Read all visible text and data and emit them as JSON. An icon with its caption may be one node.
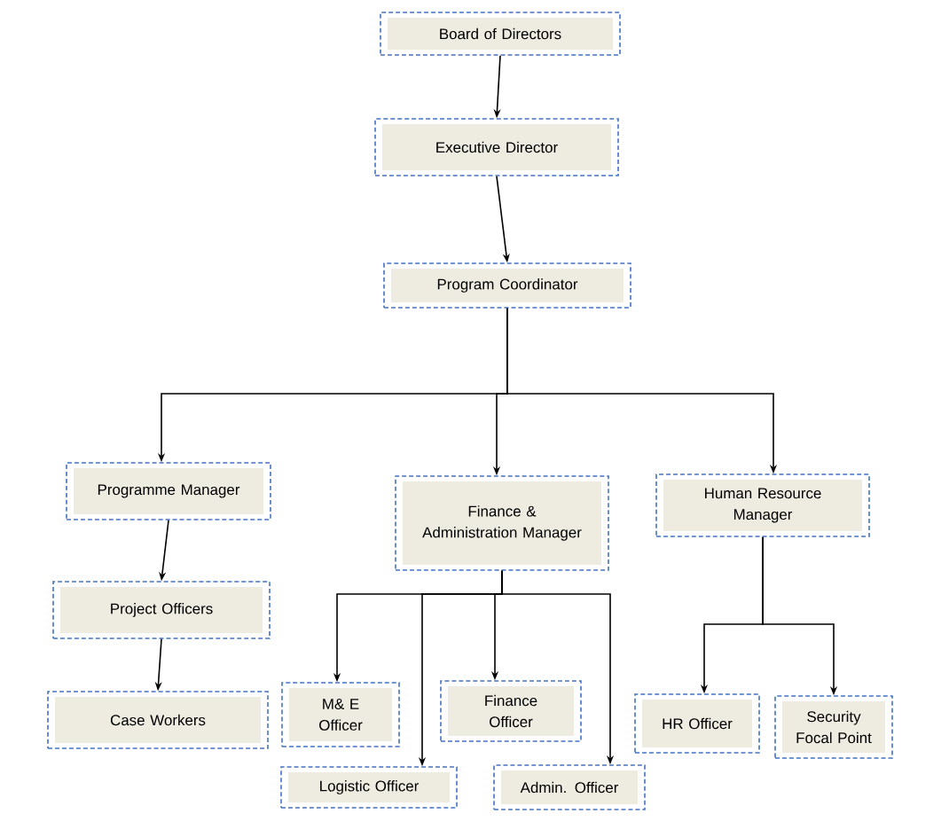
{
  "diagram": {
    "nodes": [
      {
        "text": [
          "Board of Directors"
        ]
      },
      {
        "text": [
          "Executive Director"
        ]
      },
      {
        "text": [
          "Program Coordinator"
        ]
      },
      {
        "text": [
          "Programme Manager"
        ]
      },
      {
        "text": [
          "Finance & Administration Manager"
        ]
      },
      {
        "text": [
          "Human Resource Manager"
        ]
      },
      {
        "text": [
          "Project Officers"
        ]
      },
      {
        "text": [
          "Case Workers"
        ]
      },
      {
        "text": [
          "M& E Officer"
        ]
      },
      {
        "text": [
          "Logistic Officer"
        ]
      },
      {
        "text": [
          "Finance Officer"
        ]
      },
      {
        "text": [
          "Admin. Officer"
        ]
      },
      {
        "text": [
          "HR Officer"
        ]
      },
      {
        "text": [
          "Security Focal Point"
        ]
      }
    ],
    "edges": [
      {
        "from": 0,
        "to": 1,
        "arrow": "to"
      },
      {
        "from": 1,
        "to": 2,
        "arrow": "to"
      },
      {
        "from": 2,
        "to": 3,
        "arrow": "to"
      },
      {
        "from": 2,
        "to": 4,
        "arrow": "to"
      },
      {
        "from": 2,
        "to": 5,
        "arrow": "to"
      },
      {
        "from": 3,
        "to": 6,
        "arrow": "to"
      },
      {
        "from": 6,
        "to": 7,
        "arrow": "to"
      },
      {
        "from": 4,
        "to": 8,
        "arrow": "to"
      },
      {
        "from": 4,
        "to": 9,
        "arrow": "to"
      },
      {
        "from": 4,
        "to": 10,
        "arrow": "to"
      },
      {
        "from": 4,
        "to": 11,
        "arrow": "to"
      },
      {
        "from": 5,
        "to": 12,
        "arrow": "to"
      },
      {
        "from": 5,
        "to": 13,
        "arrow": "to"
      }
    ]
  }
}
